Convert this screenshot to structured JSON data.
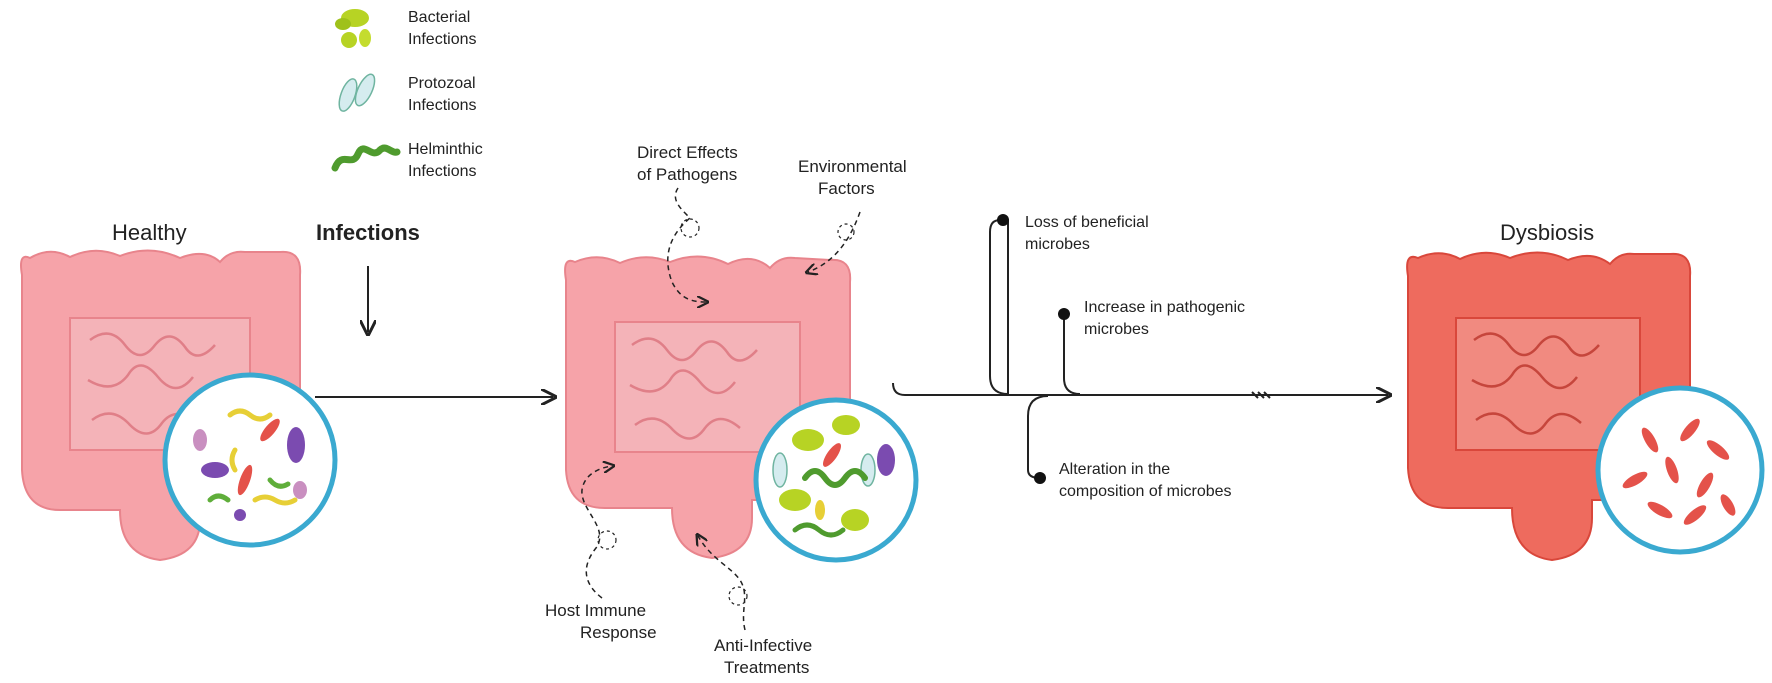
{
  "legend": {
    "items": [
      {
        "icon": "bacteria-icon",
        "line1": "Bacterial",
        "line2": "Infections"
      },
      {
        "icon": "protozoa-icon",
        "line1": "Protozoal",
        "line2": "Infections"
      },
      {
        "icon": "worm-icon",
        "line1": "Helminthic",
        "line2": "Infections"
      }
    ]
  },
  "healthy": {
    "title": "Healthy"
  },
  "infections": {
    "title": "Infections"
  },
  "middle": {
    "direct_effects": {
      "line1": "Direct Effects",
      "line2": "of Pathogens"
    },
    "environmental": {
      "line1": "Environmental",
      "line2": "Factors"
    },
    "host_immune": {
      "line1": "Host Immune",
      "line2": "Response"
    },
    "anti_infective": {
      "line1": "Anti-Infective",
      "line2": "Treatments"
    }
  },
  "outcomes": {
    "loss": {
      "line1": "Loss of beneficial",
      "line2": "microbes"
    },
    "increase": {
      "line1": "Increase in pathogenic",
      "line2": "microbes"
    },
    "alteration": {
      "line1": "Alteration in the",
      "line2": "composition of microbes"
    }
  },
  "dysbiosis": {
    "title": "Dysbiosis"
  },
  "colors": {
    "healthy_gut": "#f6a3a9",
    "healthy_gut_outline": "#e8848c",
    "dysbiosis_gut": "#ee6b5e",
    "dysbiosis_outline": "#d9473b",
    "circle_ring": "#3aa9d0",
    "bacteria_green": "#b7d324",
    "purple": "#7b4bb0",
    "yellow": "#e7cf36",
    "red_bacteria": "#e4524a"
  }
}
